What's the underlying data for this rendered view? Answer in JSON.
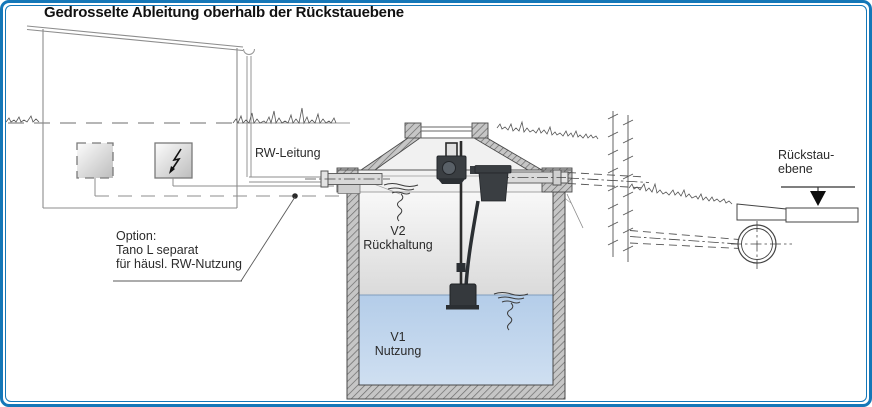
{
  "figure": {
    "title": "Gedrosselte Ableitung oberhalb der Rückstauebene"
  },
  "labels": {
    "rw_pipe": "RW-Leitung",
    "option": {
      "l1": "Option:",
      "l2": "Tano L separat",
      "l3": "für häusl. RW-Nutzung"
    },
    "tank": {
      "v2_code": "V2",
      "v2_name": "Rückhaltung",
      "v1_code": "V1",
      "v1_name": "Nutzung"
    },
    "backwater": {
      "l1": "Rückstau-",
      "l2": "ebene"
    }
  },
  "colors": {
    "frame_blue": "#1477b8",
    "water_blue": "#bcd2eb",
    "wall_hatch_gray": "#c6c6c6",
    "equipment_dark": "#3a3e42"
  }
}
